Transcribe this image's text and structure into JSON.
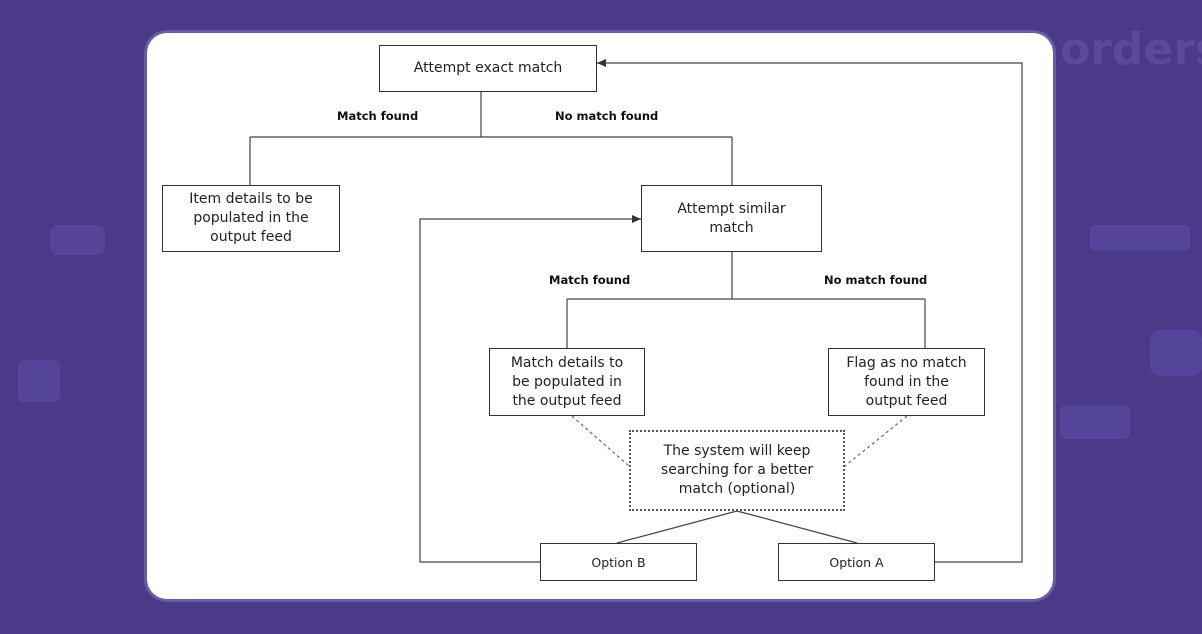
{
  "background_colors": {
    "page": "#4a3a87",
    "card": "#ffffff"
  },
  "bg_text": {
    "top": "orders"
  },
  "nodes": {
    "exact": "Attempt exact match",
    "item_details": "Item details to be\npopulated in the\noutput feed",
    "similar": "Attempt similar\nmatch",
    "match_details": "Match details to\nbe populated in\nthe output feed",
    "flag": "Flag as no match\nfound in the\noutput feed",
    "search": "The system will keep\nsearching for a better\nmatch (optional)",
    "option_b": "Option  B",
    "option_a": "Option  A"
  },
  "edges": {
    "exact_match_found": "Match found",
    "exact_no_match": "No match found",
    "similar_match_found": "Match found",
    "similar_no_match": "No match found"
  }
}
